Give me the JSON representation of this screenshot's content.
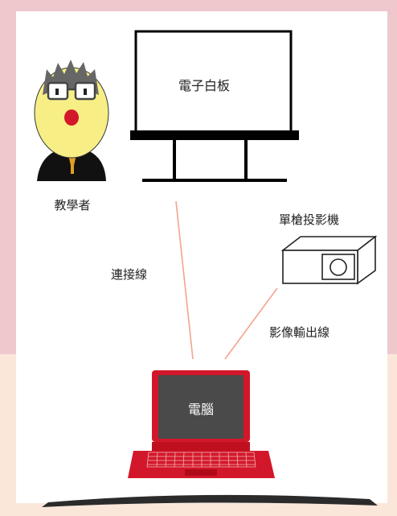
{
  "colors": {
    "frame_pink": "#EFC8CE",
    "frame_peach": "#FBE7DA",
    "panel_white": "#FFFFFF",
    "line_salmon": "#F5A38E",
    "laptop_red": "#D3172A",
    "screen_dark": "#4A4A4A",
    "teacher_face": "#F7EF86",
    "teacher_robe": "#111111",
    "teacher_trim": "#E0A020"
  },
  "icons": {
    "whiteboard": "whiteboard-icon",
    "teacher": "teacher-icon",
    "projector": "projector-icon",
    "laptop": "laptop-icon"
  },
  "labels": {
    "whiteboard": "電子白板",
    "teacher": "教學者",
    "projector": "單槍投影機",
    "connection_cable": "連接線",
    "video_output_cable": "影像輸出線",
    "computer": "電腦"
  }
}
